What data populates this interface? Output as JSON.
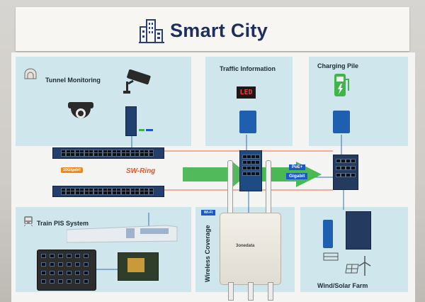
{
  "banner": {
    "title": "Smart City"
  },
  "zones": {
    "tunnel": {
      "title": "Tunnel Monitoring"
    },
    "traffic": {
      "title": "Traffic Information",
      "display_text": "LED"
    },
    "charging": {
      "title": "Charging Pile"
    },
    "train": {
      "title": "Train PIS System"
    },
    "wireless": {
      "title": "Wireless Coverage",
      "wifi_badge": "Wi-Fi"
    },
    "farm": {
      "title": "Wind/Solar Farm"
    }
  },
  "ring": {
    "label": "SW-Ring",
    "gigabit_badge": "10Gigabit"
  },
  "poe": {
    "label_top": "PoE+",
    "label_bottom": "Gigabit"
  },
  "ap": {
    "brand": "3onedata"
  },
  "colors": {
    "navy": "#1f2f5c",
    "zone": "#cfe7ec",
    "ring": "#e4572e",
    "arrow": "#3fb54a",
    "accent_blue": "#1d58c9"
  }
}
